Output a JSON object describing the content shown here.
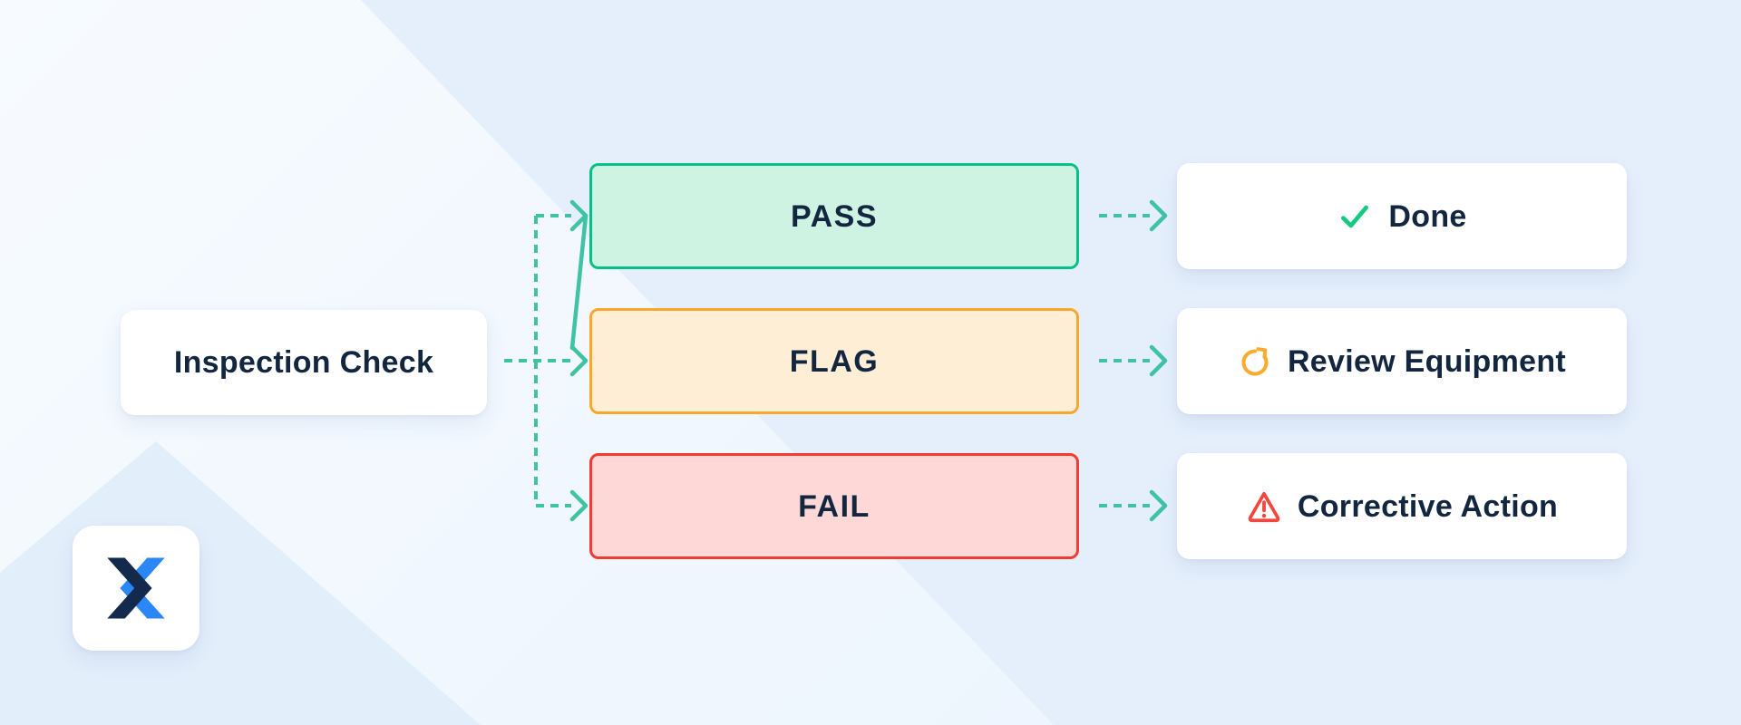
{
  "background": {
    "base_light": "#f0f7fe",
    "main_panel": "#e5effc",
    "pyramid": "#e3eefb"
  },
  "text_color": "#13263f",
  "connector": {
    "color": "#3fc3a4",
    "style": "dashed-arrow"
  },
  "source": {
    "label": "Inspection Check"
  },
  "branches": [
    {
      "label": "PASS",
      "fill": "#cff3e3",
      "border": "#06c186",
      "outcome": {
        "icon": "check-icon",
        "icon_color": "#12c981",
        "label": "Done"
      }
    },
    {
      "label": "FLAG",
      "fill": "#fdeed5",
      "border": "#f7a72b",
      "outcome": {
        "icon": "refresh-icon",
        "icon_color": "#fbab2e",
        "label": "Review Equipment"
      }
    },
    {
      "label": "FAIL",
      "fill": "#fdd8d7",
      "border": "#f13c34",
      "outcome": {
        "icon": "warning-icon",
        "icon_color": "#f5463d",
        "label": "Corrective Action"
      }
    }
  ],
  "logo": {
    "icon": "brand-x-logo-icon",
    "navy": "#142a4d",
    "blue": "#2b86f6"
  }
}
